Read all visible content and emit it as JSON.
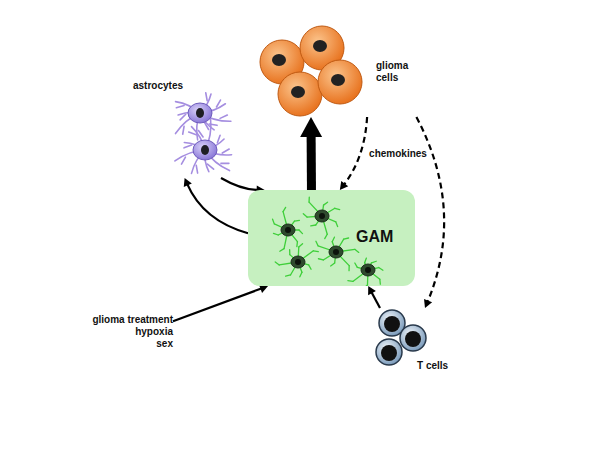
{
  "diagram": {
    "nodes": [
      {
        "text": [
          "astrocytes"
        ]
      },
      {
        "text": [
          "glioma cells"
        ]
      },
      {
        "text": [
          "GAM"
        ]
      },
      {
        "text": [
          "glioma treatment",
          "hypoxia",
          "sex"
        ]
      },
      {
        "text": [
          "T cells"
        ]
      }
    ],
    "edges": [
      {
        "from": 2,
        "to": 0,
        "arrow": "to"
      },
      {
        "from": 0,
        "to": 2,
        "arrow": "to"
      },
      {
        "from": 2,
        "to": 1,
        "arrow": "to"
      },
      {
        "from": 1,
        "to": 2,
        "arrow": "to",
        "label": "chemokines"
      },
      {
        "from": 1,
        "to": 4,
        "arrow": "to"
      },
      {
        "from": 4,
        "to": 2,
        "arrow": "to"
      },
      {
        "from": 3,
        "to": 2,
        "arrow": "to"
      }
    ]
  }
}
